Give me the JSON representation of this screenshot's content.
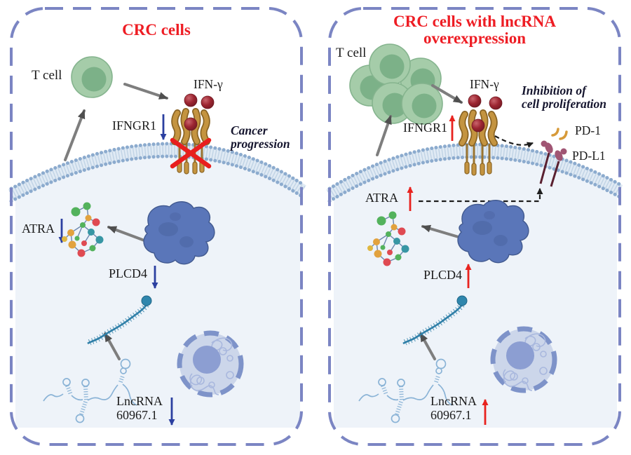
{
  "figure": {
    "description": "Mechanism diagram of lncRNA 60967.1 in CRC cells",
    "panel_count": 2
  },
  "left": {
    "title": "CRC cells",
    "t_cell": "T cell",
    "ifn_gamma": "IFN-γ",
    "ifngr1": "IFNGR1",
    "cancer_progression": "Cancer\nprogression",
    "atra": "ATRA",
    "plcd4": "PLCD4",
    "lncrna": "LncRNA\n60967.1",
    "regulation": {
      "ifngr1": "down",
      "atra": "down",
      "plcd4": "down",
      "lncrna_60967_1": "down"
    }
  },
  "right": {
    "title": "CRC cells with lncRNA\noverexpression",
    "t_cell": "T cell",
    "ifn_gamma": "IFN-γ",
    "ifngr1": "IFNGR1",
    "inhibition": "Inhibition of\ncell proliferation",
    "pd1": "PD-1",
    "pdl1": "PD-L1",
    "atra": "ATRA",
    "plcd4": "PLCD4",
    "lncrna": "LncRNA\n60967.1",
    "regulation": {
      "ifngr1": "up",
      "atra": "up",
      "plcd4": "up",
      "lncrna_60967_1": "up"
    }
  },
  "palette": {
    "panel_border": "#7b85c3",
    "title_red": "#ee1d24",
    "down_arrow_blue": "#2b3fa0",
    "up_arrow_red": "#e8231f",
    "inhibit_cross_red": "#e81e1e",
    "membrane_beads": "#8cabce",
    "cytoplasm": "#eef3f9",
    "t_cell_green": "#a5cca9",
    "receptor_gold": "#c49440",
    "ifn_sphere_red": "#9c2531",
    "plcd4_protein_blue": "#5a76b9",
    "mrna_teal": "#2f7fa8",
    "lncrna_blue": "#8ab3d6",
    "nucleus_fill": "#ccd6ea",
    "nucleus_ring": "#7e93c9",
    "pd1_gold": "#d79a39",
    "pdl1_mauve": "#a05573"
  }
}
